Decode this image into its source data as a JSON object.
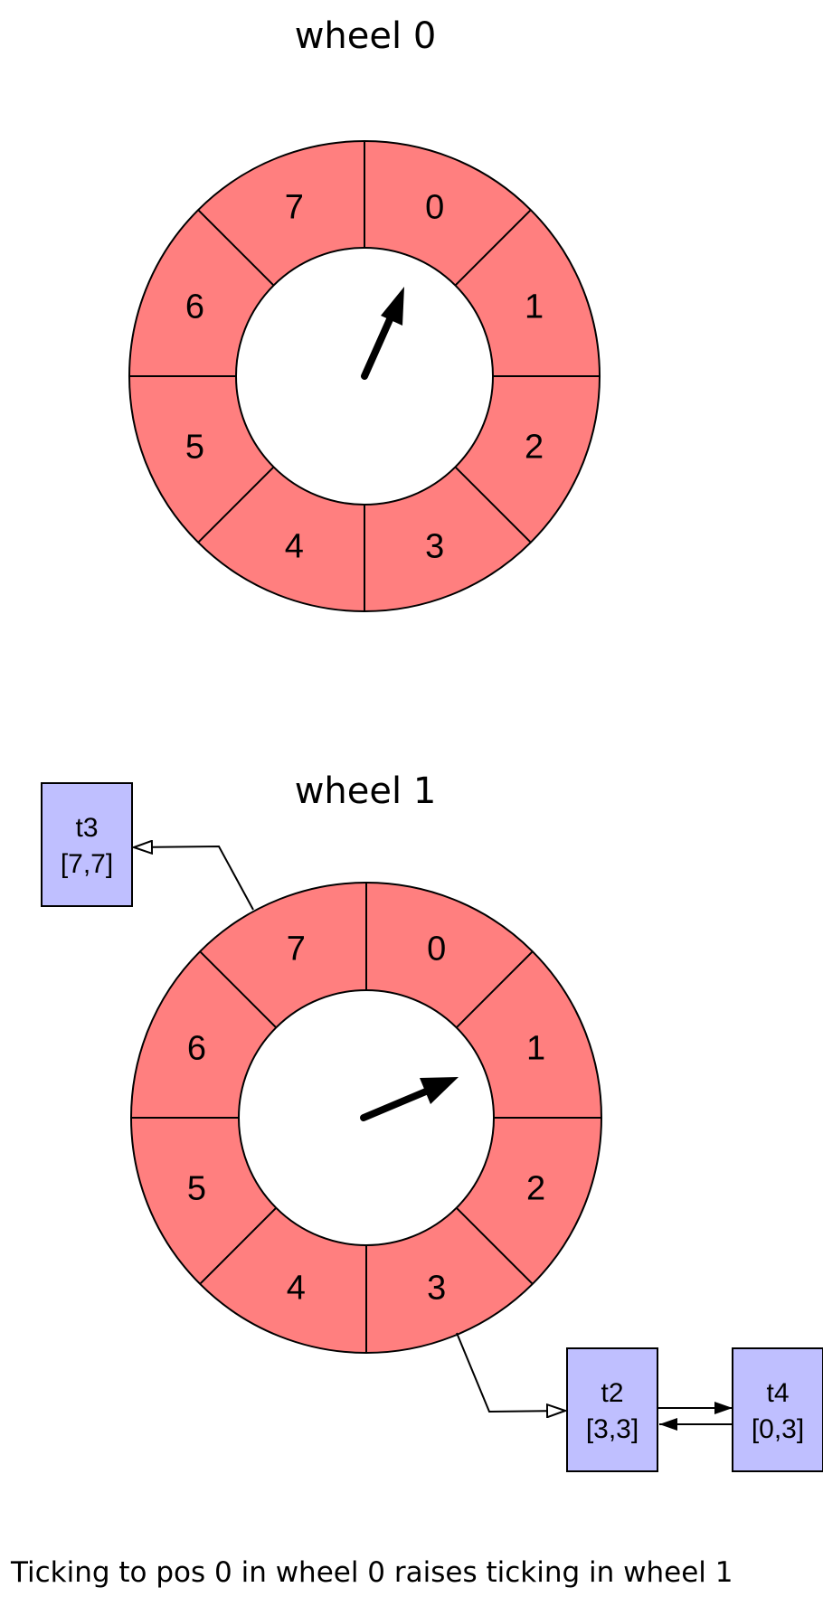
{
  "wheels": [
    {
      "title": "wheel 0",
      "slots": [
        "0",
        "1",
        "2",
        "3",
        "4",
        "5",
        "6",
        "7"
      ],
      "pointer_slot": 0
    },
    {
      "title": "wheel 1",
      "slots": [
        "0",
        "1",
        "2",
        "3",
        "4",
        "5",
        "6",
        "7"
      ],
      "pointer_slot": 1
    }
  ],
  "timers": [
    {
      "name": "t3",
      "range": "[7,7]",
      "wheel": 1,
      "slot": 7
    },
    {
      "name": "t2",
      "range": "[3,3]",
      "wheel": 1,
      "slot": 3
    },
    {
      "name": "t4",
      "range": "[0,3]",
      "wheel": 1,
      "slot": 3
    }
  ],
  "caption": "Ticking to pos 0 in wheel 0 raises ticking in wheel 1",
  "colors": {
    "slot_fill": "#ff7f7f",
    "timer_fill": "#bfbfff",
    "line": "#000000"
  }
}
